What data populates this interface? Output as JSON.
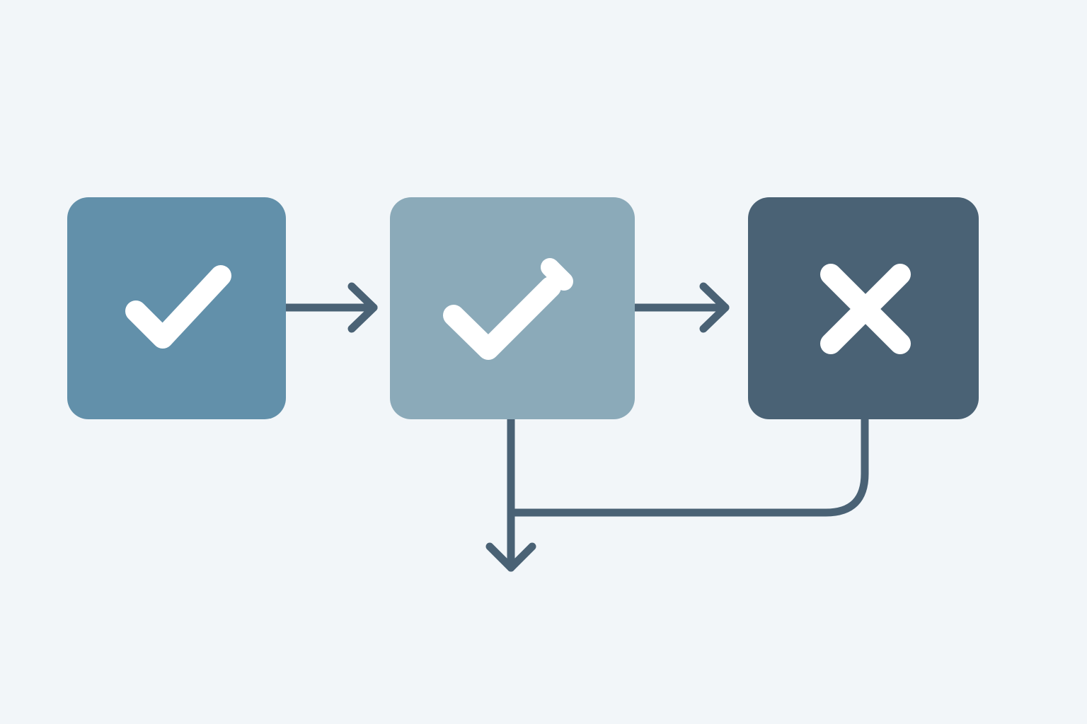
{
  "canvas": {
    "background": "#F2F6F9"
  },
  "colors": {
    "connector": "#4A6275",
    "icon": "#FFFFFF"
  },
  "nodes": [
    {
      "id": "step-approved",
      "icon": "check-icon",
      "color": "#6290AA"
    },
    {
      "id": "step-approved-edited",
      "icon": "check-pencil-icon",
      "color": "#8BAAB9"
    },
    {
      "id": "step-rejected",
      "icon": "x-icon",
      "color": "#4A6275"
    }
  ],
  "edges": [
    {
      "from": "step-approved",
      "to": "step-approved-edited",
      "direction": "right"
    },
    {
      "from": "step-approved-edited",
      "to": "step-rejected",
      "direction": "right"
    },
    {
      "from": "step-approved-edited",
      "to": "output",
      "direction": "down"
    },
    {
      "from": "step-rejected",
      "to": "output",
      "direction": "down",
      "merges_into": "step-approved-edited"
    }
  ]
}
